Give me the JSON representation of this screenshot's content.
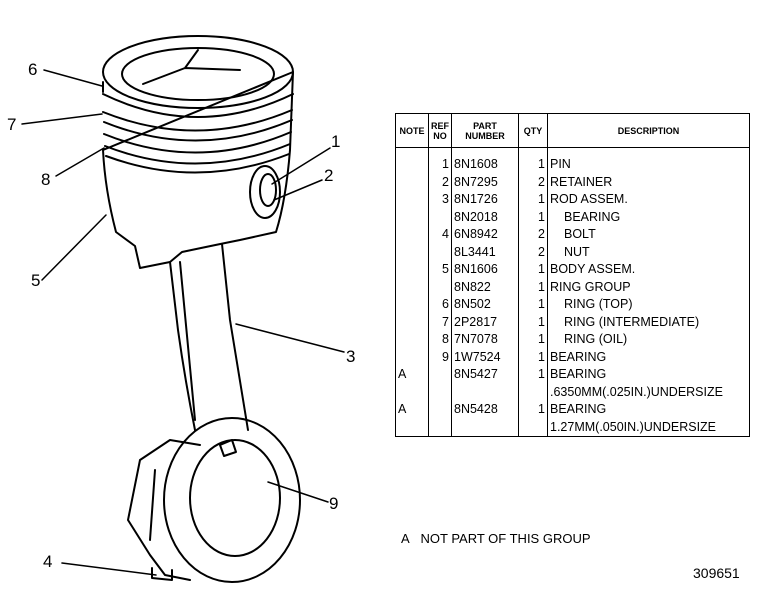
{
  "callouts": [
    {
      "id": "6",
      "label": "6"
    },
    {
      "id": "7",
      "label": "7"
    },
    {
      "id": "8",
      "label": "8"
    },
    {
      "id": "5",
      "label": "5"
    },
    {
      "id": "1",
      "label": "1"
    },
    {
      "id": "2",
      "label": "2"
    },
    {
      "id": "3",
      "label": "3"
    },
    {
      "id": "9",
      "label": "9"
    },
    {
      "id": "4",
      "label": "4"
    }
  ],
  "table": {
    "headers": {
      "note": "NOTE",
      "ref_no": "REF NO",
      "part_number": "PART NUMBER",
      "qty": "QTY",
      "description": "DESCRIPTION"
    },
    "rows": [
      {
        "note": "",
        "ref": "1",
        "part": "8N1608",
        "qty": "1",
        "desc": "PIN"
      },
      {
        "note": "",
        "ref": "2",
        "part": "8N7295",
        "qty": "2",
        "desc": "RETAINER"
      },
      {
        "note": "",
        "ref": "3",
        "part": "8N1726",
        "qty": "1",
        "desc": "ROD ASSEM."
      },
      {
        "note": "",
        "ref": "",
        "part": "8N2018",
        "qty": "1",
        "desc": "BEARING",
        "indent": true
      },
      {
        "note": "",
        "ref": "4",
        "part": "6N8942",
        "qty": "2",
        "desc": "BOLT",
        "indent": true
      },
      {
        "note": "",
        "ref": "",
        "part": "8L3441",
        "qty": "2",
        "desc": "NUT",
        "indent": true
      },
      {
        "note": "",
        "ref": "5",
        "part": "8N1606",
        "qty": "1",
        "desc": "BODY ASSEM."
      },
      {
        "note": "",
        "ref": "",
        "part": "8N822",
        "qty": "1",
        "desc": "RING GROUP"
      },
      {
        "note": "",
        "ref": "6",
        "part": "8N502",
        "qty": "1",
        "desc": "RING (TOP)",
        "indent": true
      },
      {
        "note": "",
        "ref": "7",
        "part": "2P2817",
        "qty": "1",
        "desc": "RING (INTERMEDIATE)",
        "indent": true
      },
      {
        "note": "",
        "ref": "8",
        "part": "7N7078",
        "qty": "1",
        "desc": "RING (OIL)",
        "indent": true
      },
      {
        "note": "",
        "ref": "9",
        "part": "1W7524",
        "qty": "1",
        "desc": "BEARING"
      },
      {
        "note": "A",
        "ref": "",
        "part": "8N5427",
        "qty": "1",
        "desc": "BEARING"
      },
      {
        "note": "",
        "ref": "",
        "part": "",
        "qty": "",
        "desc": ".6350MM(.025IN.)UNDERSIZE"
      },
      {
        "note": "A",
        "ref": "",
        "part": "8N5428",
        "qty": "1",
        "desc": "BEARING"
      },
      {
        "note": "",
        "ref": "",
        "part": "",
        "qty": "",
        "desc": "1.27MM(.050IN.)UNDERSIZE"
      }
    ]
  },
  "footnote": {
    "marker": "A",
    "text": "NOT PART OF THIS GROUP"
  },
  "figure_number": "309651",
  "colors": {
    "ink": "#000000",
    "paper": "#ffffff"
  }
}
